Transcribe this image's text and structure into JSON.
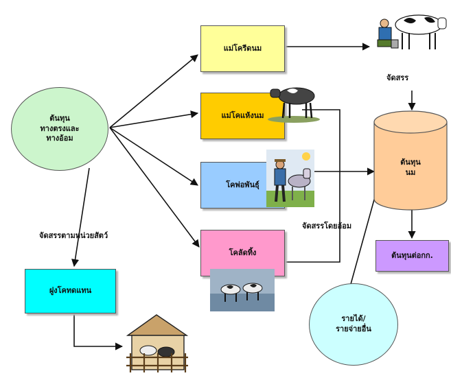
{
  "nodes": {
    "cost_circle": "ต้นทุน\nทางตรงและ\nทางอ้อม",
    "milking_cows": "แม่โครีดนม",
    "dry_cows": "แม่โคแห้งนม",
    "breeding_bulls": "โคพ่อพันธุ์",
    "heifers": "โคลัดทิ้ง",
    "herd_replacement": "ฝูงโคทดแทน",
    "milk_cost": "ต้นทุน\nนม",
    "cost_per_kg": "ต้นทุนต่อกก.",
    "other_income": "รายได้/\nรายจ่ายอื่น"
  },
  "labels": {
    "allocate": "จัดสรร",
    "allocate_indirect": "จัดสรรโดยอ้อม",
    "allocate_per_unit": "จัดสรรตามหน่วยสัตว์"
  },
  "colors": {
    "green_circle": "#ccf5cc",
    "light_yellow": "#ffff99",
    "orange_yellow": "#ffcc00",
    "light_blue": "#99ccff",
    "pink": "#ff99cc",
    "cyan": "#00ffff",
    "peach": "#ffcc99",
    "lavender": "#cc99ff",
    "light_cyan_circle": "#ccffff"
  }
}
